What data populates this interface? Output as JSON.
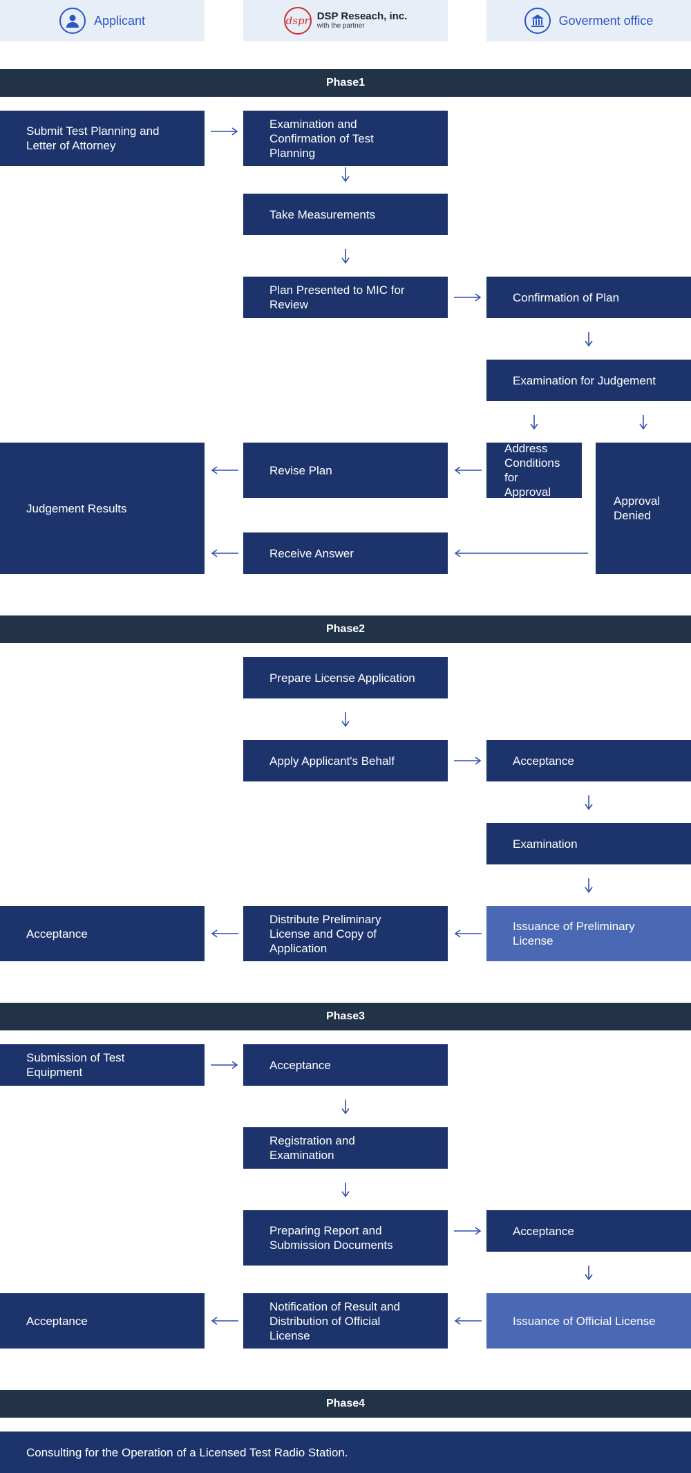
{
  "header": {
    "applicant": "Applicant",
    "company_name": "DSP Reseach, inc.",
    "company_tagline": "with the partner",
    "company_mark": "dspr",
    "government": "Goverment office",
    "icons": [
      "person-icon",
      "dspr-logo",
      "government-building-icon"
    ]
  },
  "phases": {
    "p1": "Phase1",
    "p2": "Phase2",
    "p3": "Phase3",
    "p4": "Phase4"
  },
  "phase1": {
    "submit": "Submit Test Planning and Letter of Attorney",
    "examination_confirmation": "Examination and Confirmation of Test Planning",
    "take_measurements": "Take Measurements",
    "plan_presented": "Plan Presented to MIC for Review",
    "confirmation_plan": "Confirmation of Plan",
    "examination_judgement": "Examination for Judgement",
    "address_conditions": "Address Conditions for Approval",
    "approval_denied": "Approval Denied",
    "revise_plan": "Revise Plan",
    "receive_answer": "Receive Answer",
    "judgement_results": "Judgement Results"
  },
  "phase2": {
    "prepare_license": "Prepare License Application",
    "apply_behalf": "Apply Applicant's Behalf",
    "acceptance_gov": "Acceptance",
    "examination": "Examination",
    "issuance_preliminary": "Issuance of Preliminary License",
    "distribute_preliminary": "Distribute Preliminary License and Copy of Application",
    "acceptance_applicant": "Acceptance"
  },
  "phase3": {
    "submission_equipment": "Submission of Test Equipment",
    "acceptance_dsp": "Acceptance",
    "registration_examination": "Registration and Examination",
    "preparing_report": "Preparing Report and Submission Documents",
    "acceptance_gov": "Acceptance",
    "issuance_official": "Issuance of Official License",
    "notification_result": "Notification of Result and Distribution of Official License",
    "acceptance_applicant": "Acceptance"
  },
  "phase4": {
    "consulting": "Consulting for the Operation of a Licensed Test Radio Station."
  },
  "colors": {
    "box": "#1c346b",
    "box_highlight": "#4a68b3",
    "phase_bar": "#223348",
    "header_bg": "#e8eef8",
    "accent": "#2a55c4",
    "arrow": "#2f4fae"
  }
}
